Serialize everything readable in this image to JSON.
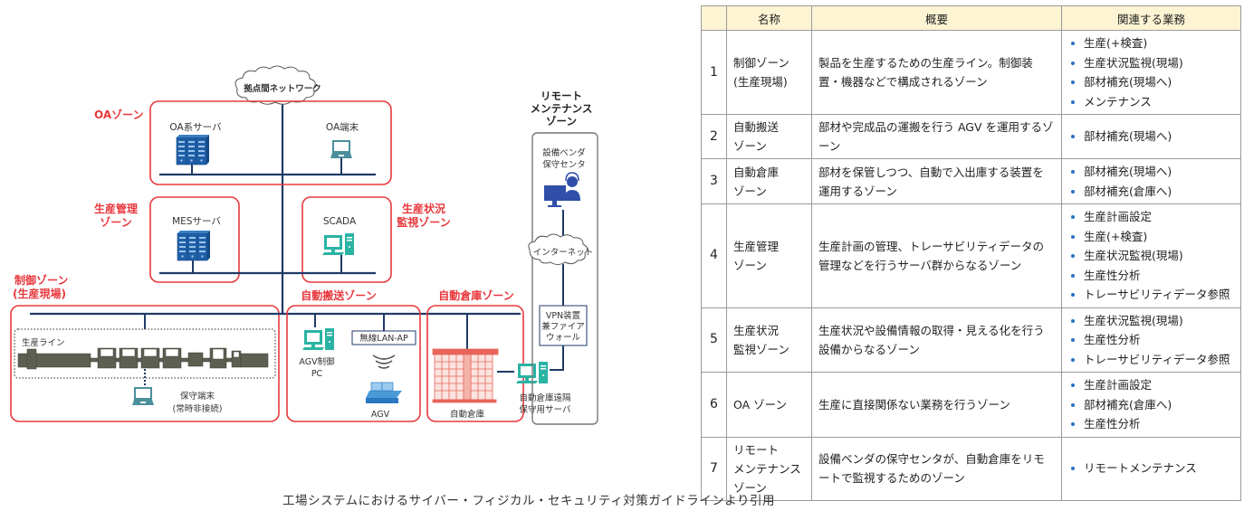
{
  "diagram": {
    "network_cloud": "拠点間ネットワーク",
    "internet_cloud": "インターネット",
    "zones": {
      "oa": {
        "label": "OAゾーン",
        "server": "OA系サーバ",
        "terminal": "OA端末"
      },
      "production_mgmt": {
        "label_line1": "生産管理",
        "label_line2": "ゾーン",
        "server": "MESサーバ"
      },
      "monitoring": {
        "label_line1": "生産状況",
        "label_line2": "監視ゾーン",
        "device": "SCADA"
      },
      "control": {
        "label_line1": "制御ゾーン",
        "label_line2": "(生産現場)",
        "line": "生産ライン",
        "terminal_line1": "保守端末",
        "terminal_line2": "(常時非接続)"
      },
      "agv": {
        "label": "自動搬送ゾーン",
        "pc_line1": "AGV制御",
        "pc_line2": "PC",
        "ap": "無線LAN-AP",
        "agv": "AGV"
      },
      "warehouse": {
        "label": "自動倉庫ゾーン",
        "warehouse": "自動倉庫",
        "server_line1": "自動倉庫遠隔",
        "server_line2": "保守用サーバ"
      },
      "remote": {
        "title_line1": "リモート",
        "title_line2": "メンテナンス",
        "title_line3": "ゾーン",
        "center_line1": "設備ベンダ",
        "center_line2": "保守センタ",
        "vpn_line1": "VPN装置",
        "vpn_line2": "兼ファイア",
        "vpn_line3": "ウォール"
      }
    }
  },
  "table": {
    "headers": [
      "",
      "名称",
      "概要",
      "関連する業務"
    ],
    "rows": [
      {
        "num": "1",
        "name_line1": "制御ゾーン",
        "name_line2": "(生産現場)",
        "name_line3": "",
        "summary": "製品を生産するための生産ライン。制御装置・機器などで構成されるゾーン",
        "tasks": [
          "生産(+検査)",
          "生産状況監視(現場)",
          "部材補充(現場へ)",
          "メンテナンス"
        ]
      },
      {
        "num": "2",
        "name_line1": "自動搬送",
        "name_line2": "ゾーン",
        "name_line3": "",
        "summary": "部材や完成品の運搬を行う AGV を運用するゾーン",
        "tasks": [
          "部材補充(現場へ)"
        ]
      },
      {
        "num": "3",
        "name_line1": "自動倉庫",
        "name_line2": "ゾーン",
        "name_line3": "",
        "summary": "部材を保管しつつ、自動で入出庫する装置を運用するゾーン",
        "tasks": [
          "部材補充(現場へ)",
          "部材補充(倉庫へ)"
        ]
      },
      {
        "num": "4",
        "name_line1": "生産管理",
        "name_line2": "ゾーン",
        "name_line3": "",
        "summary": "生産計画の管理、トレーサビリティデータの管理などを行うサーバ群からなるゾーン",
        "tasks": [
          "生産計画設定",
          "生産(+検査)",
          "生産状況監視(現場)",
          "生産性分析",
          "トレーサビリティデータ参照"
        ]
      },
      {
        "num": "5",
        "name_line1": "生産状況",
        "name_line2": "監視ゾーン",
        "name_line3": "",
        "summary": "生産状況や設備情報の取得・見える化を行う設備からなるゾーン",
        "tasks": [
          "生産状況監視(現場)",
          "生産性分析",
          "トレーサビリティデータ参照"
        ]
      },
      {
        "num": "6",
        "name_line1": "OA ゾーン",
        "name_line2": "",
        "name_line3": "",
        "summary": "生産に直接関係ない業務を行うゾーン",
        "tasks": [
          "生産計画設定",
          "部材補充(倉庫へ)",
          "生産性分析"
        ]
      },
      {
        "num": "7",
        "name_line1": "リモート",
        "name_line2": "メンテナンス",
        "name_line3": "ゾーン",
        "summary": "設備ベンダの保守センタが、自動倉庫をリモートで監視するためのゾーン",
        "tasks": [
          "リモートメンテナンス"
        ]
      }
    ]
  },
  "caption": "工場システムにおけるサイバー・フィジカル・セキュリティ対策ガイドラインより引用",
  "colors": {
    "zone_border": "#e8383d",
    "network_line": "#1f3a68",
    "server_blue": "#1f5fa8",
    "terminal_teal": "#2bb3a3",
    "header_bg": "#fdf4d3",
    "bullet": "#2a6fc4"
  }
}
